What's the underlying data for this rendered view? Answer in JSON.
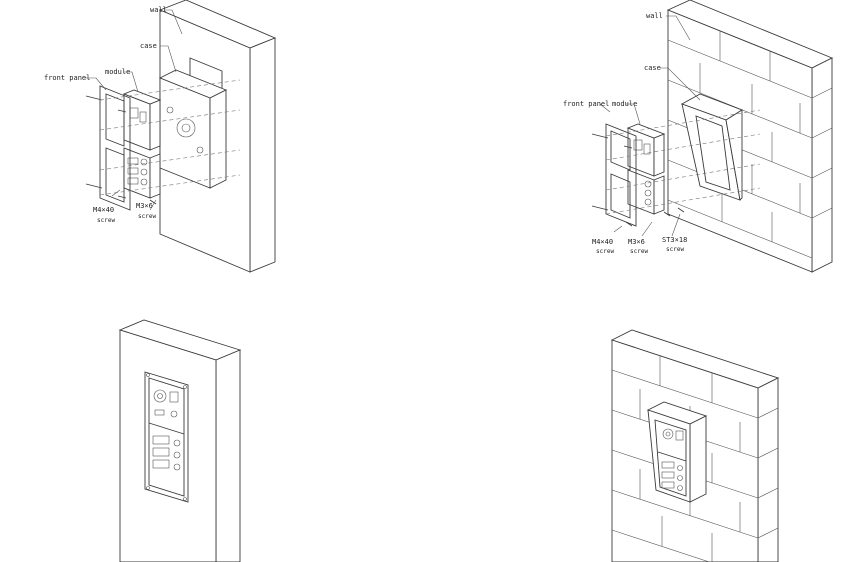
{
  "diagrams": {
    "flush": {
      "labels": {
        "wall": "wall",
        "case": "case",
        "module": "module",
        "front_panel": "front panel",
        "screw_large": "M4×40",
        "screw_large_sub": "screw",
        "screw_small": "M3×6",
        "screw_small_sub": "screw"
      }
    },
    "surface": {
      "labels": {
        "wall": "wall",
        "case": "case",
        "module": "module",
        "front_panel": "front panel",
        "screw_large": "M4×40",
        "screw_large_sub": "screw",
        "screw_small": "M3×6",
        "screw_small_sub": "screw",
        "screw_st": "ST3×18",
        "screw_st_sub": "screw"
      }
    }
  }
}
